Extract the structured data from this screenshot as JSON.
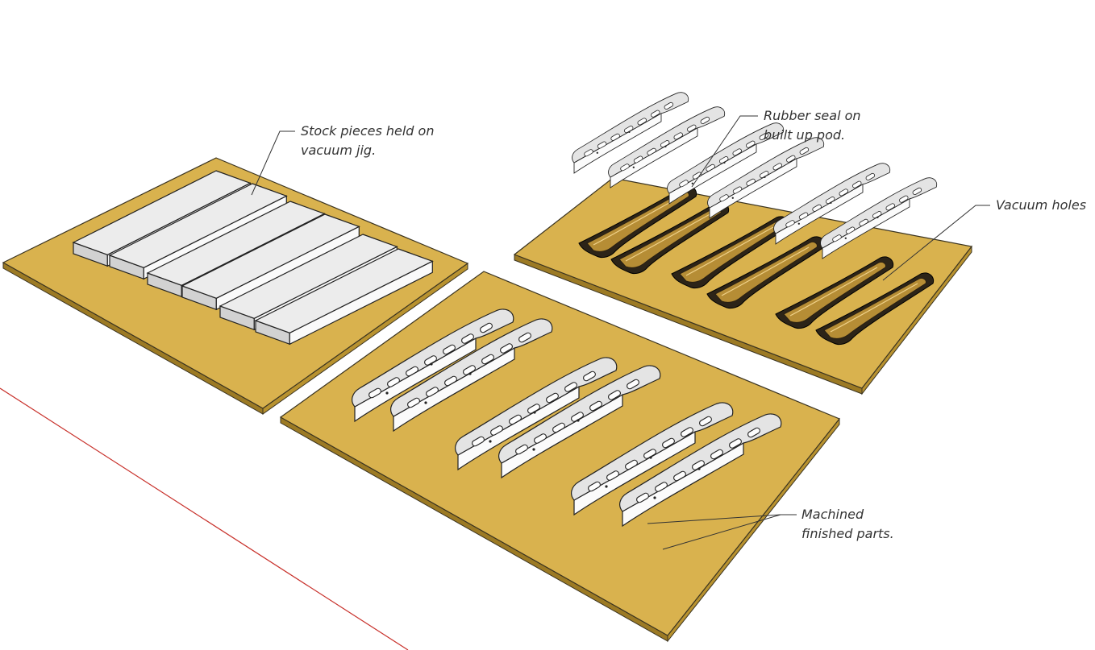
{
  "callouts": {
    "stock": {
      "line1": "Stock pieces held on",
      "line2": "vacuum jig."
    },
    "rubber": {
      "line1": "Rubber seal on",
      "line2": "built up pod."
    },
    "vacuum": {
      "line1": "Vacuum holes"
    },
    "machined": {
      "line1": "Machined",
      "line2": "finished parts."
    }
  },
  "colors": {
    "board": "#d9b24e",
    "stock": "#ececec",
    "axis": "#c8312b",
    "pod": "#2c2418"
  },
  "icons": [
    "vacuum-jig-board",
    "stock-blank",
    "machined-part",
    "rubber-seal-pod",
    "red-axis-line"
  ]
}
